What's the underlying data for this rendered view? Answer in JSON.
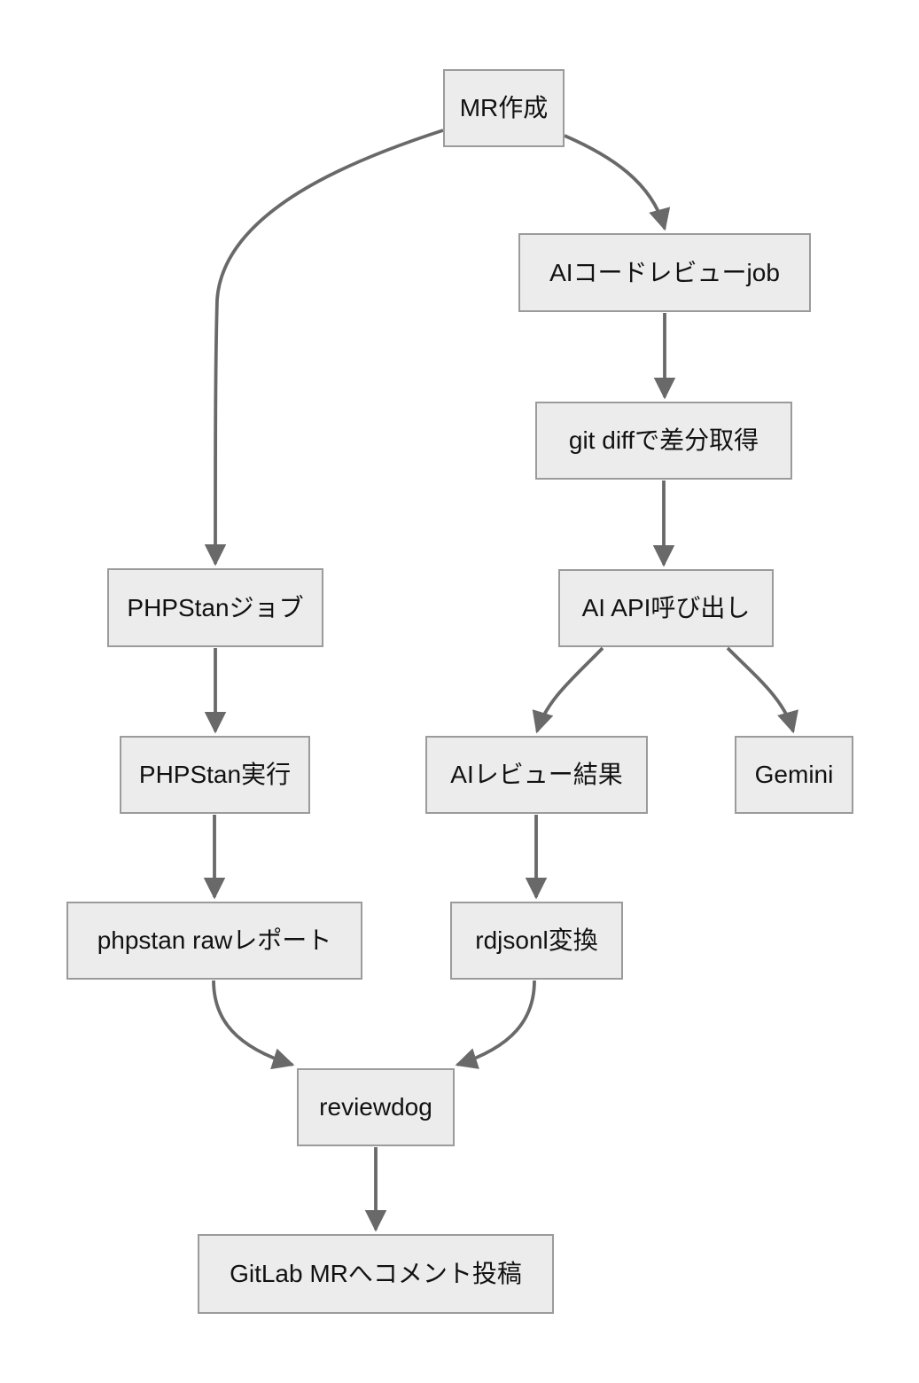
{
  "diagram": {
    "type": "flowchart",
    "direction": "top-down",
    "colors": {
      "background": "#ffffff",
      "node_fill": "#ececec",
      "node_border": "#9b9b9b",
      "edge_color": "#696969",
      "text_color": "#111111"
    },
    "nodes": [
      {
        "id": "mr",
        "label": "MR作成"
      },
      {
        "id": "aijob",
        "label": "AIコードレビューjob"
      },
      {
        "id": "gitdiff",
        "label": "git diffで差分取得"
      },
      {
        "id": "aiapi",
        "label": "AI API呼び出し"
      },
      {
        "id": "phpjob",
        "label": "PHPStanジョブ"
      },
      {
        "id": "phprun",
        "label": "PHPStan実行"
      },
      {
        "id": "airesult",
        "label": "AIレビュー結果"
      },
      {
        "id": "gemini",
        "label": "Gemini"
      },
      {
        "id": "phpraw",
        "label": "phpstan rawレポート"
      },
      {
        "id": "rdjsonl",
        "label": "rdjsonl変換"
      },
      {
        "id": "reviewdog",
        "label": "reviewdog"
      },
      {
        "id": "gitlab",
        "label": "GitLab MRへコメント投稿"
      }
    ],
    "edges": [
      {
        "from": "mr",
        "to": "phpjob"
      },
      {
        "from": "mr",
        "to": "aijob"
      },
      {
        "from": "aijob",
        "to": "gitdiff"
      },
      {
        "from": "gitdiff",
        "to": "aiapi"
      },
      {
        "from": "aiapi",
        "to": "airesult"
      },
      {
        "from": "aiapi",
        "to": "gemini"
      },
      {
        "from": "phpjob",
        "to": "phprun"
      },
      {
        "from": "phprun",
        "to": "phpraw"
      },
      {
        "from": "airesult",
        "to": "rdjsonl"
      },
      {
        "from": "phpraw",
        "to": "reviewdog"
      },
      {
        "from": "rdjsonl",
        "to": "reviewdog"
      },
      {
        "from": "reviewdog",
        "to": "gitlab"
      }
    ]
  }
}
